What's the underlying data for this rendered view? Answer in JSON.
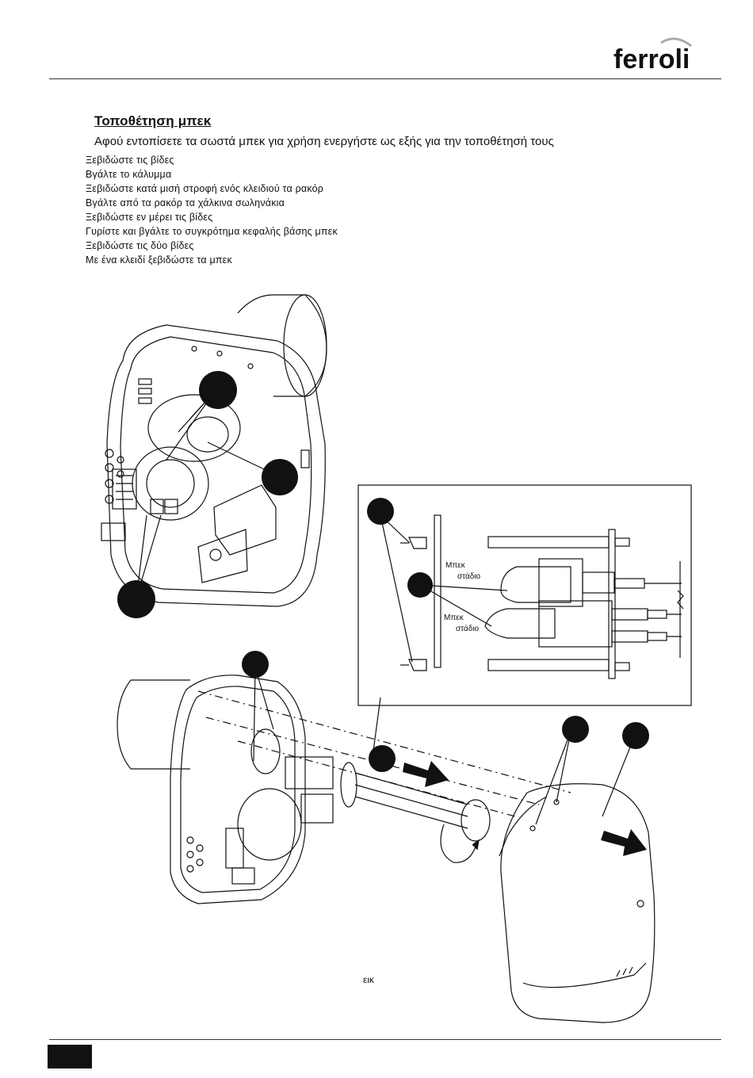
{
  "brand": {
    "logo_text": "ferroli"
  },
  "section": {
    "title": "Τοποθέτηση μπεκ",
    "intro": "Αφού εντοπίσετε τα σωστά μπεκ για χρήση  ενεργήστε ως εξής για την τοποθέτησή τους"
  },
  "steps": [
    "Ξεβιδώστε τις βίδες",
    "Βγάλτε το κάλυμμα",
    "Ξεβιδώστε κατά μισή στροφή ενός κλειδιού τα ρακόρ",
    "Βγάλτε από τα ρακόρ τα χάλκινα σωληνάκια",
    "Ξεβιδώστε εν μέρει τις βίδες",
    "Γυρίστε και βγάλτε το συγκρότημα κεφαλής βάσης μπεκ",
    "Ξεβιδώστε τις δύο βίδες",
    "Με ένα κλειδί ξεβιδώστε τα μπεκ"
  ],
  "detail": {
    "nozzle_stage_1": {
      "line1": "Μπεκ",
      "line2": "στάδιο"
    },
    "nozzle_stage_2": {
      "line1": "Μπεκ",
      "line2": "στάδιο"
    }
  },
  "figure": {
    "caption": "εικ"
  }
}
